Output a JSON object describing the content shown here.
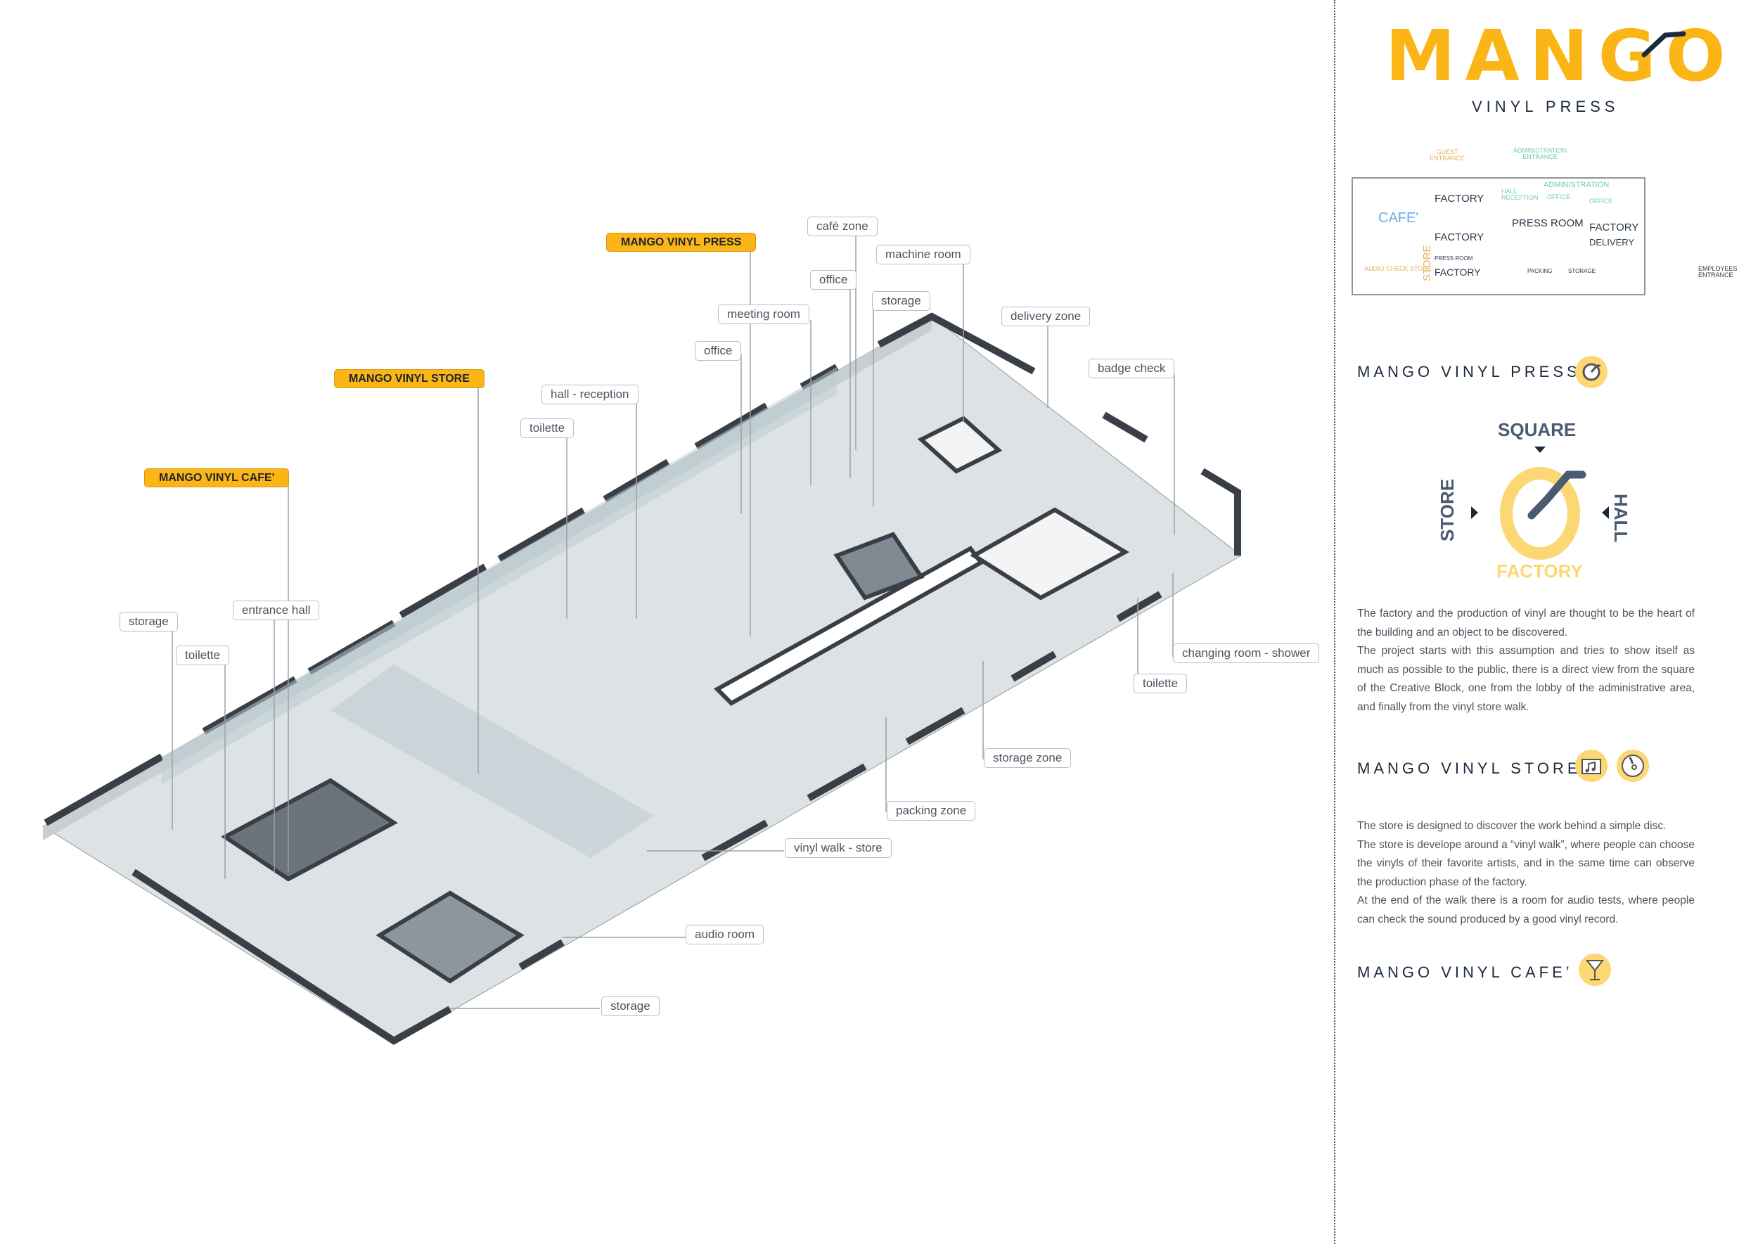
{
  "drawing": {
    "tags": [
      "MANGO VINYL PRESS",
      "MANGO VINYL STORE",
      "MANGO VINYL CAFE'"
    ],
    "labels": [
      "cafè zone",
      "machine room",
      "office",
      "storage",
      "meeting room",
      "delivery zone",
      "office",
      "badge check",
      "hall - reception",
      "toilette",
      "entrance hall",
      "storage",
      "toilette",
      "changing room - shower",
      "toilette",
      "storage zone",
      "packing zone",
      "vinyl walk - store",
      "audio room",
      "storage"
    ]
  },
  "brand": {
    "logo": "MANGO",
    "subtitle": "VINYL PRESS",
    "accent": "#fbb516",
    "dark": "#1c2a3e"
  },
  "plan": {
    "guest_entrance": "GUEST ENTRANCE",
    "admin_entrance": "ADMINISTRATION ENTRANCE",
    "employees_entrance": "EMPLOYEES ENTRANCE",
    "zones": [
      "CAFE'",
      "STORE",
      "AUDIO CHECK STORE",
      "FACTORY",
      "PRESS ROOM",
      "FACTORY",
      "HALL RECEPTION",
      "ADMINISTRATION",
      "OFFICE",
      "OFFICE",
      "FACTORY",
      "DELIVERY",
      "PACKING",
      "STORAGE",
      "PRESS ROOM",
      "FACTORY"
    ]
  },
  "sections": {
    "press": {
      "title": "MANGO VINYL PRESS",
      "icon": "vinyl-arm-icon",
      "compass": {
        "top": "SQUARE",
        "left": "STORE",
        "right": "HALL",
        "bottom": "FACTORY"
      },
      "text": [
        "The factory and the production of vinyl are thought to be the heart of the building and an object to be discovered.",
        "The project starts with this assumption and tries to show itself as much as possible to the public, there is a direct view from the square of the Creative Block, one from the lobby of the administrative area, and finally from the vinyl store walk."
      ]
    },
    "store": {
      "title": "MANGO VINYL STORE",
      "icons": [
        "music-folder-icon",
        "vinyl-disc-icon"
      ],
      "text": [
        "The store is designed to discover the work behind a simple disc.",
        "The store is develope around a “vinyl walk”, where people can choose the vinyls of their favorite artists, and in the same time can observe the production phase of the factory.",
        "At the end of the walk there is a room for audio tests, where people can check the sound produced by a good vinyl record."
      ]
    },
    "cafe": {
      "title": "MANGO VINYL CAFE’",
      "icon": "cocktail-glass-icon"
    }
  }
}
